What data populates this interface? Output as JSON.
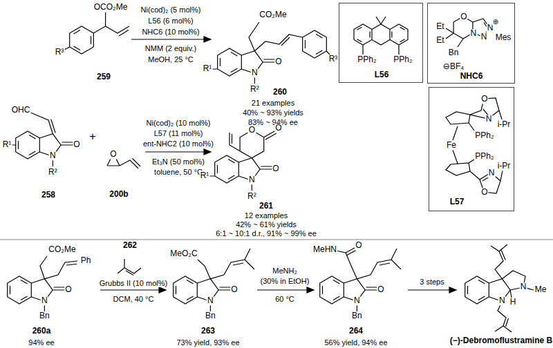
{
  "diagram": {
    "nodes": [
      {
        "text": [
          "PPh₂",
          "PPh₂",
          "L56"
        ]
      },
      {
        "text": [
          "O",
          "Et",
          "Et",
          "Bn",
          "N",
          "N",
          "N",
          "⊕",
          "Mes",
          "⊖BF₄",
          "NHC6"
        ]
      },
      {
        "text": [
          "O",
          "N",
          "i-Pr",
          "PPh₂",
          "Fe",
          "PPh₂",
          "N",
          "O",
          "i-Pr",
          "L57"
        ]
      }
    ],
    "labels": [
      "OCO₂Me",
      "R³",
      "259",
      "Ni(cod)₂ (5 mol%)",
      "L56 (6 mol%)",
      "NHC6 (10 mol%)",
      "NMM (2 equiv.)",
      "MeOH, 25 °C",
      "CO₂Me",
      "R¹",
      "N",
      "O",
      "R²",
      "R³",
      "260",
      "21 examples",
      "40% ~ 93% yields",
      "83% ~ 94% ee",
      "OHC",
      "R¹",
      "N",
      "O",
      "R²",
      "258",
      "+",
      "O",
      "200b",
      "Ni(cod)₂ (10 mol%)",
      "L57 (11 mol%)",
      "ent-NHC2 (10 mol%)",
      "Et₃N (50 mol%)",
      "toluene, 50 °C",
      "O",
      "O",
      "R¹",
      "N",
      "O",
      "R²",
      "261",
      "12 examples",
      "42% ~ 61% yields",
      "6:1 ~ 10:1 d.r., 91% ~ 99% ee",
      "CO₂Me",
      "Ph",
      "N",
      "O",
      "Bn",
      "260a",
      "94% ee",
      "262",
      "Grubbs II (10 mol%)",
      "DCM, 40 °C",
      "MeO₂C",
      "N",
      "O",
      "Bn",
      "263",
      "73% yield, 93% ee",
      "MeNH₂",
      "(30% in EtOH)",
      "60 °C",
      "MeHN",
      "O",
      "N",
      "O",
      "Bn",
      "264",
      "56% yield, 94% ee",
      "3 steps",
      "N",
      "N",
      "Me",
      "H",
      "(−)-Debromoflustramine B"
    ]
  }
}
